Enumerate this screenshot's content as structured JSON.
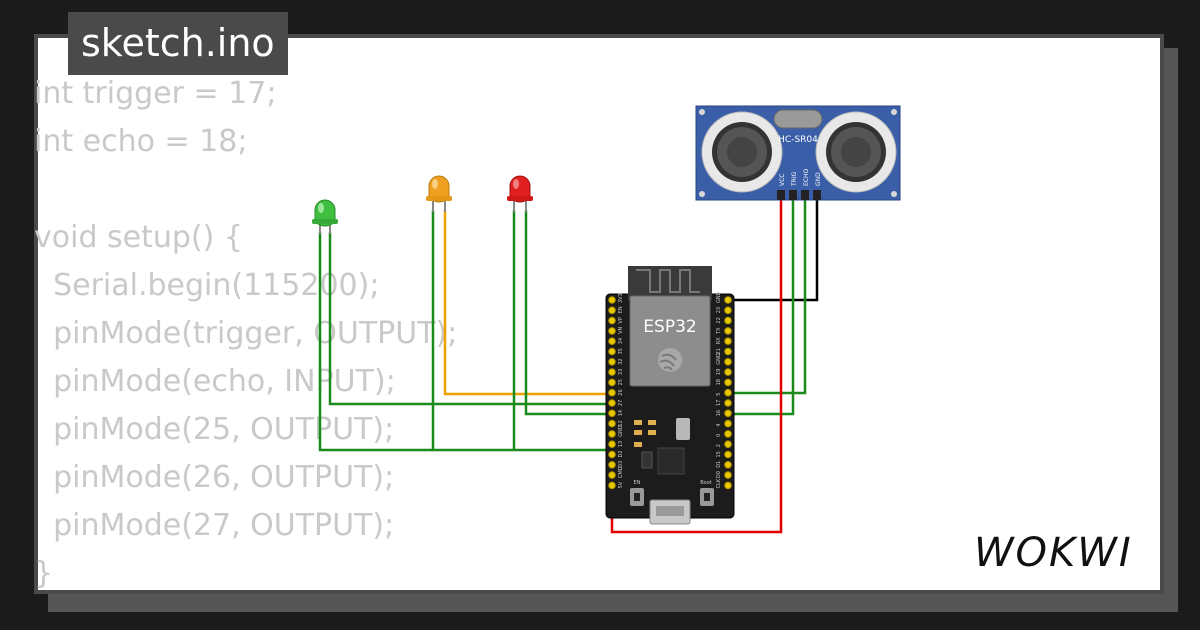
{
  "tab": {
    "title": "sketch.ino"
  },
  "code": {
    "lines": [
      "int trigger = 17;",
      "int echo = 18;",
      "",
      "void setup() {",
      "  Serial.begin(115200);",
      "  pinMode(trigger, OUTPUT);",
      "  pinMode(echo, INPUT);",
      "  pinMode(25, OUTPUT);",
      "  pinMode(26, OUTPUT);",
      "  pinMode(27, OUTPUT);",
      "}"
    ]
  },
  "sensor": {
    "model": "HC-SR04",
    "pins": [
      "VCC",
      "TRIG",
      "ECHO",
      "GND"
    ]
  },
  "board": {
    "label": "ESP32",
    "button_labels": [
      "EN",
      "Boot"
    ],
    "left_pins": [
      "3V3",
      "EN",
      "VP",
      "VN",
      "34",
      "35",
      "32",
      "33",
      "25",
      "26",
      "27",
      "14",
      "12",
      "GND",
      "13",
      "D2",
      "D3",
      "CMD",
      "5V"
    ],
    "right_pins": [
      "GND",
      "23",
      "22",
      "TX",
      "RX",
      "21",
      "GND",
      "19",
      "18",
      "5",
      "17",
      "16",
      "4",
      "0",
      "2",
      "15",
      "D1",
      "D0",
      "CLK"
    ]
  },
  "leds": [
    {
      "color": "green",
      "hex": "#3fbf3f"
    },
    {
      "color": "yellow",
      "hex": "#f0a020"
    },
    {
      "color": "red",
      "hex": "#e02020"
    }
  ],
  "wires": {
    "green": "#1a8a1a",
    "yellow": "#f0a000",
    "red": "#e00000",
    "black": "#000000"
  },
  "brand": {
    "logo": "WOKWI"
  }
}
